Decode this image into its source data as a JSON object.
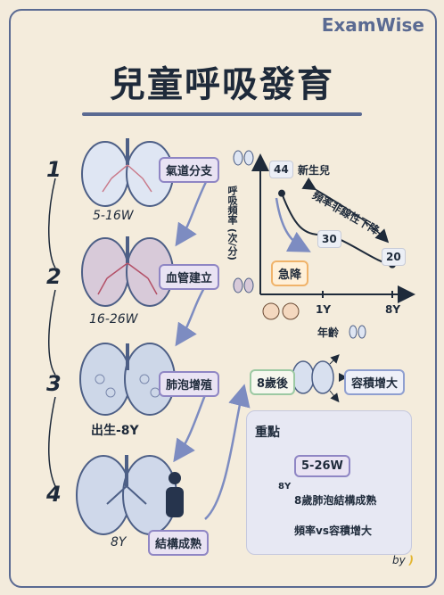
{
  "brand": "ExamWise",
  "title": "兒童呼吸發育",
  "stages": [
    {
      "number": "1",
      "label": "5-16W",
      "tag": "氣道分支"
    },
    {
      "number": "2",
      "label": "16-26W",
      "tag": "血管建立"
    },
    {
      "number": "3",
      "label": "出生-8Y",
      "tag": "肺泡增殖"
    },
    {
      "number": "4",
      "label": "8Y",
      "tag": "結構成熟"
    }
  ],
  "chart_data": {
    "type": "line",
    "ylabel": "呼吸頻率 (次/分)",
    "xlabel": "年齡",
    "x": [
      "新生兒",
      "1Y",
      "8Y"
    ],
    "values": [
      44,
      30,
      20
    ],
    "xtick_labels": [
      "1Y",
      "8Y"
    ],
    "newborn_label": "新生兒",
    "annotation": "頻率非線性下降",
    "highlight": "急降",
    "point_labels": [
      "44",
      "30",
      "20"
    ]
  },
  "growth": {
    "left_tag": "8歲後",
    "right_tag": "容積增大"
  },
  "key_points": {
    "title": "重點",
    "items": [
      {
        "icon": "fetus-icon",
        "text": "5-26W",
        "badge": ""
      },
      {
        "icon": "lung-icon",
        "text": "8歲肺泡結構成熟",
        "badge": "8Y"
      },
      {
        "icon": "trend-chart-icon",
        "text": "頻率vs容積增大",
        "badge": ""
      }
    ]
  },
  "byline": "by"
}
